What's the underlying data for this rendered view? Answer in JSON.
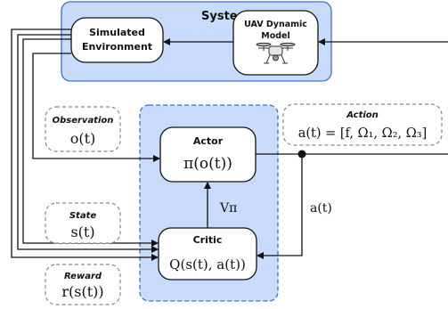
{
  "system": {
    "title": "System"
  },
  "simulated_environment": {
    "line1": "Simulated",
    "line2": "Environment"
  },
  "uav_model": {
    "line1": "UAV Dynamic",
    "line2": "Model"
  },
  "actor": {
    "title": "Actor",
    "formula": "π(o(t))"
  },
  "critic": {
    "title": "Critic",
    "formula": "Q(s(t), a(t))"
  },
  "observation": {
    "label": "Observation",
    "formula": "o(t)"
  },
  "state": {
    "label": "State",
    "formula": "s(t)"
  },
  "reward": {
    "label": "Reward",
    "formula": "r(s(t))"
  },
  "action": {
    "label": "Action",
    "formula": "a(t) = [f, Ω₁, Ω₂, Ω₃]"
  },
  "edge_labels": {
    "v_pi": "Vπ",
    "a_t": "a(t)"
  },
  "colors": {
    "region_fill": "#c9dbfb",
    "region_stroke": "#3a6fd8",
    "dashed_box": "#888888"
  }
}
